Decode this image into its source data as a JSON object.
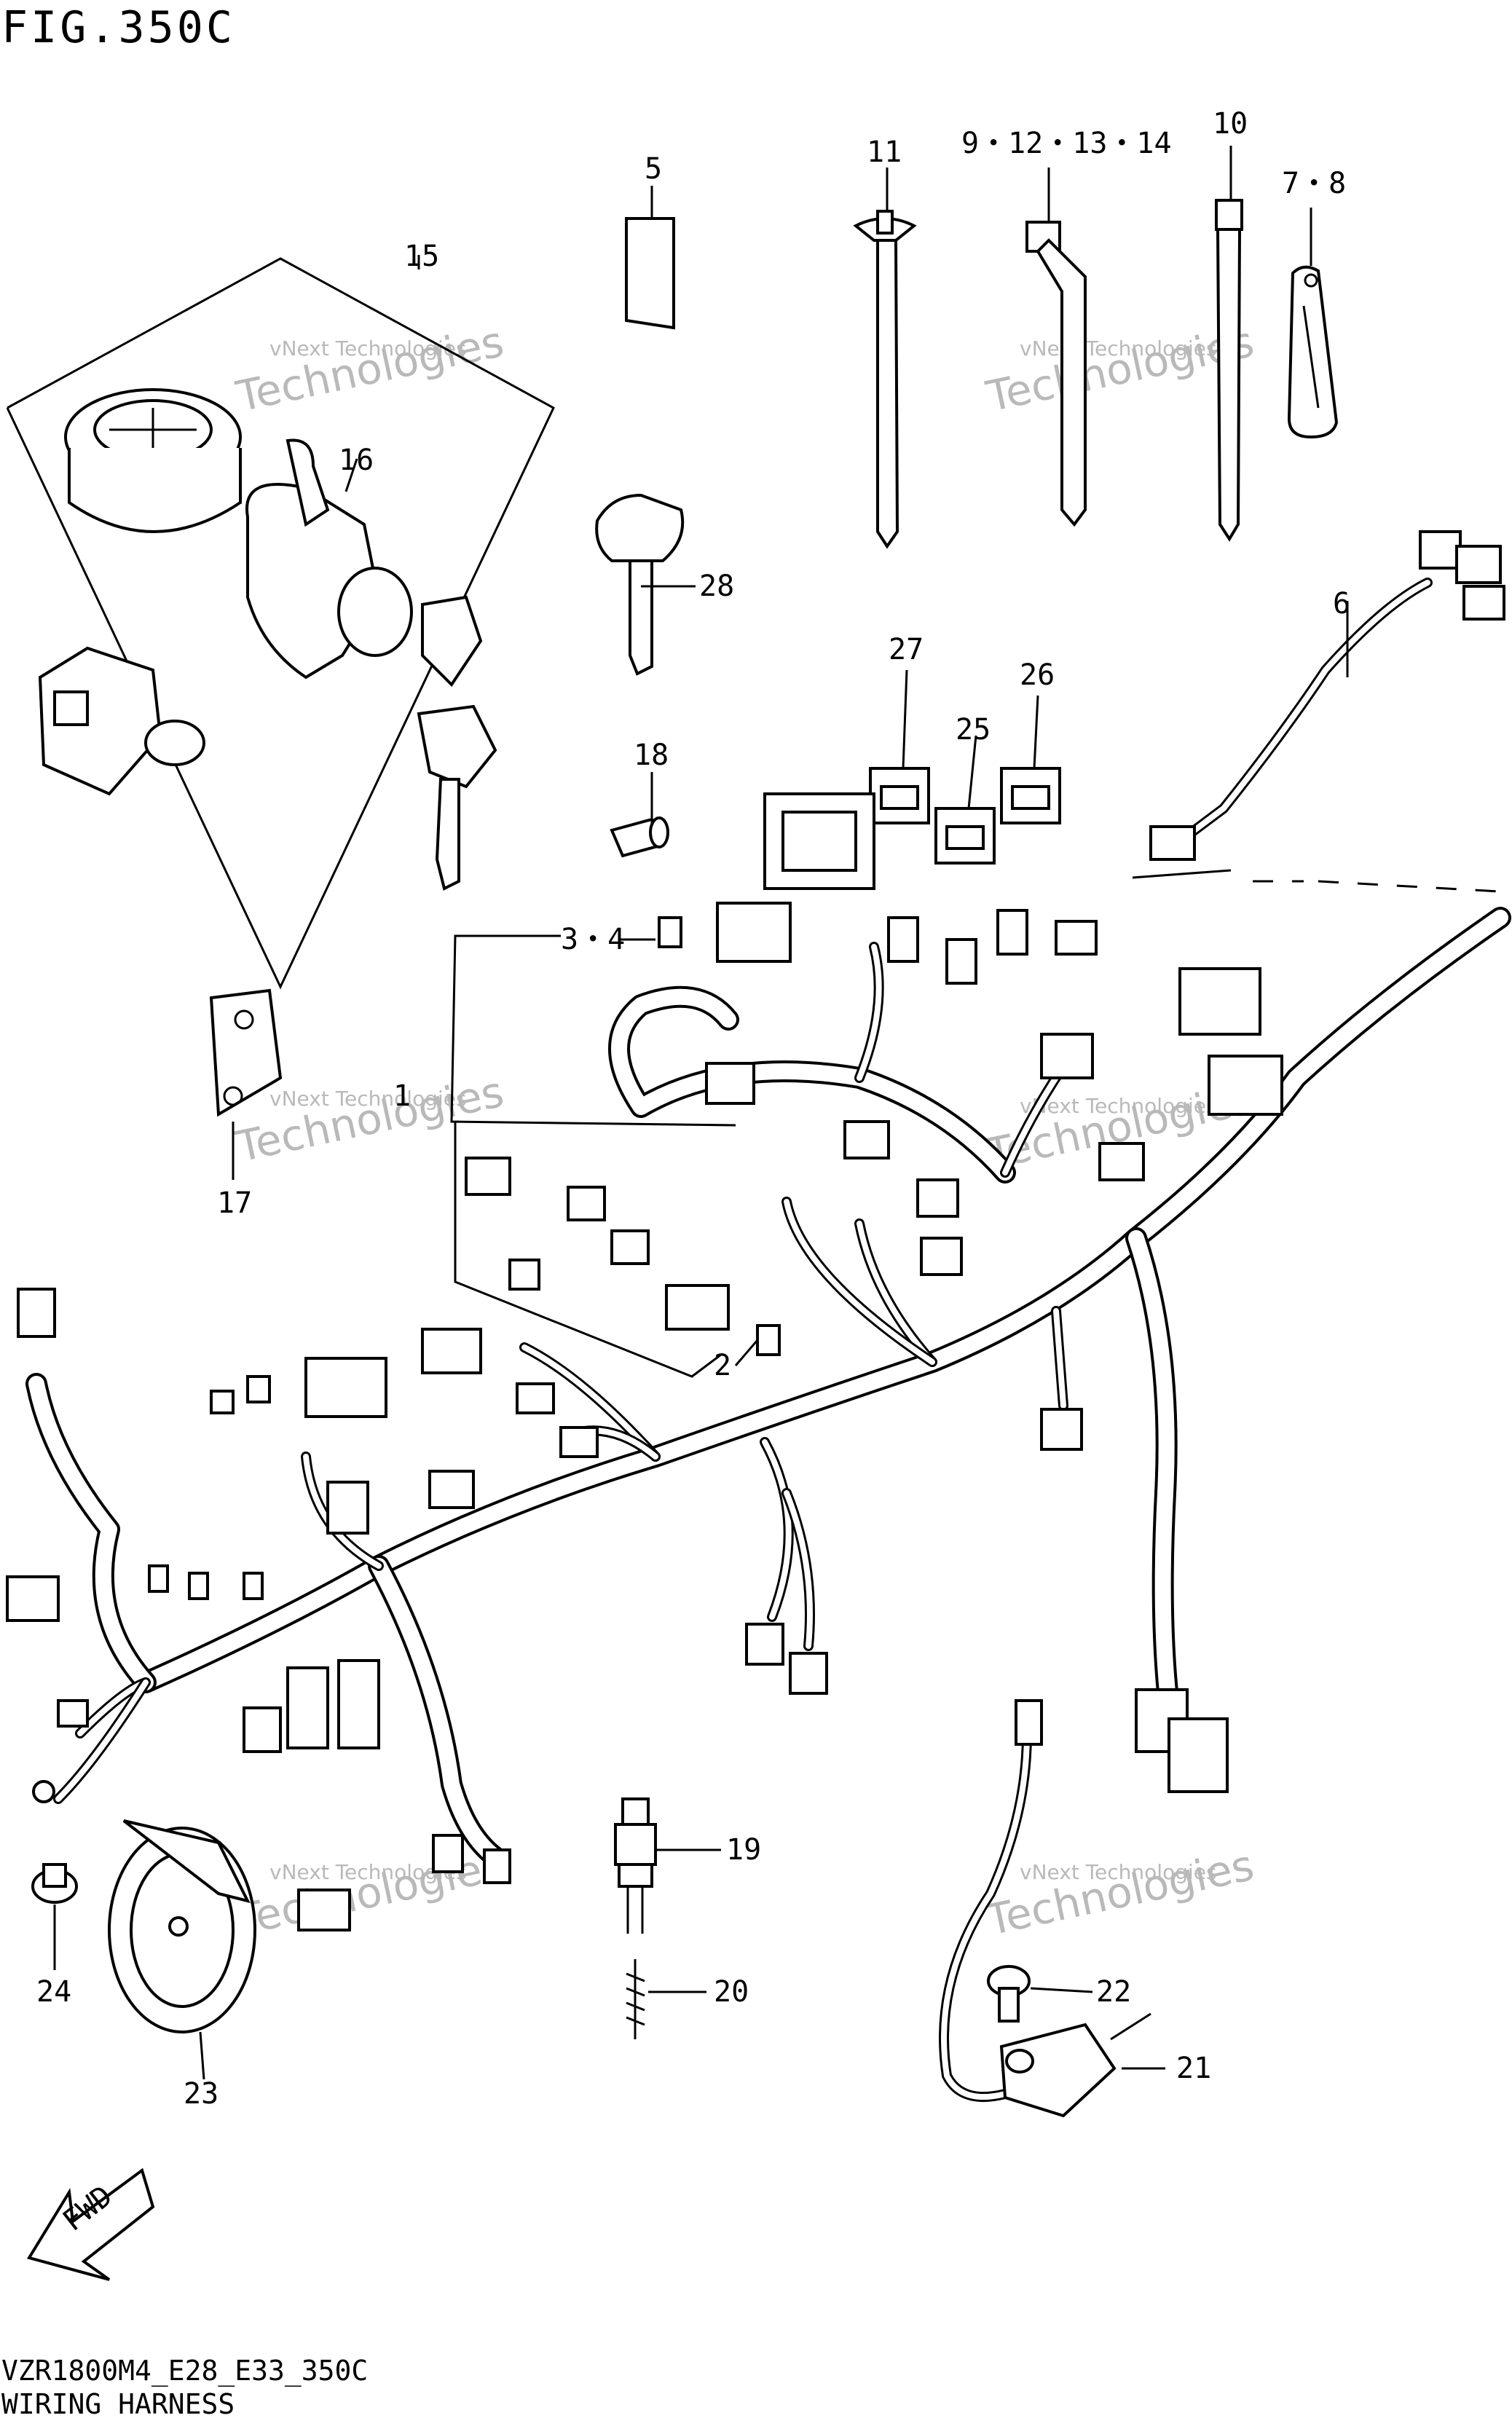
{
  "header": {
    "figure_label": "FIG.350C"
  },
  "footer": {
    "model_code": "VZR1800M4_E28_E33_350C",
    "title": "WIRING HARNESS"
  },
  "watermark": {
    "line1": "vNext Technologies",
    "line2": "Technologies"
  },
  "callouts": {
    "c1": "1",
    "c2": "2",
    "c3_4": "3・4",
    "c5": "5",
    "c6": "6",
    "c7_8": "7・8",
    "c9_14": "9・12・13・14",
    "c10": "10",
    "c11": "11",
    "c15": "15",
    "c16": "16",
    "c17": "17",
    "c18": "18",
    "c19": "19",
    "c20": "20",
    "c21": "21",
    "c22": "22",
    "c23": "23",
    "c24": "24",
    "c25": "25",
    "c26": "26",
    "c27": "27",
    "c28": "28"
  },
  "fwd_label": "FWD",
  "colors": {
    "line": "#000000",
    "watermark": "#b9b9b9",
    "background": "#ffffff"
  }
}
